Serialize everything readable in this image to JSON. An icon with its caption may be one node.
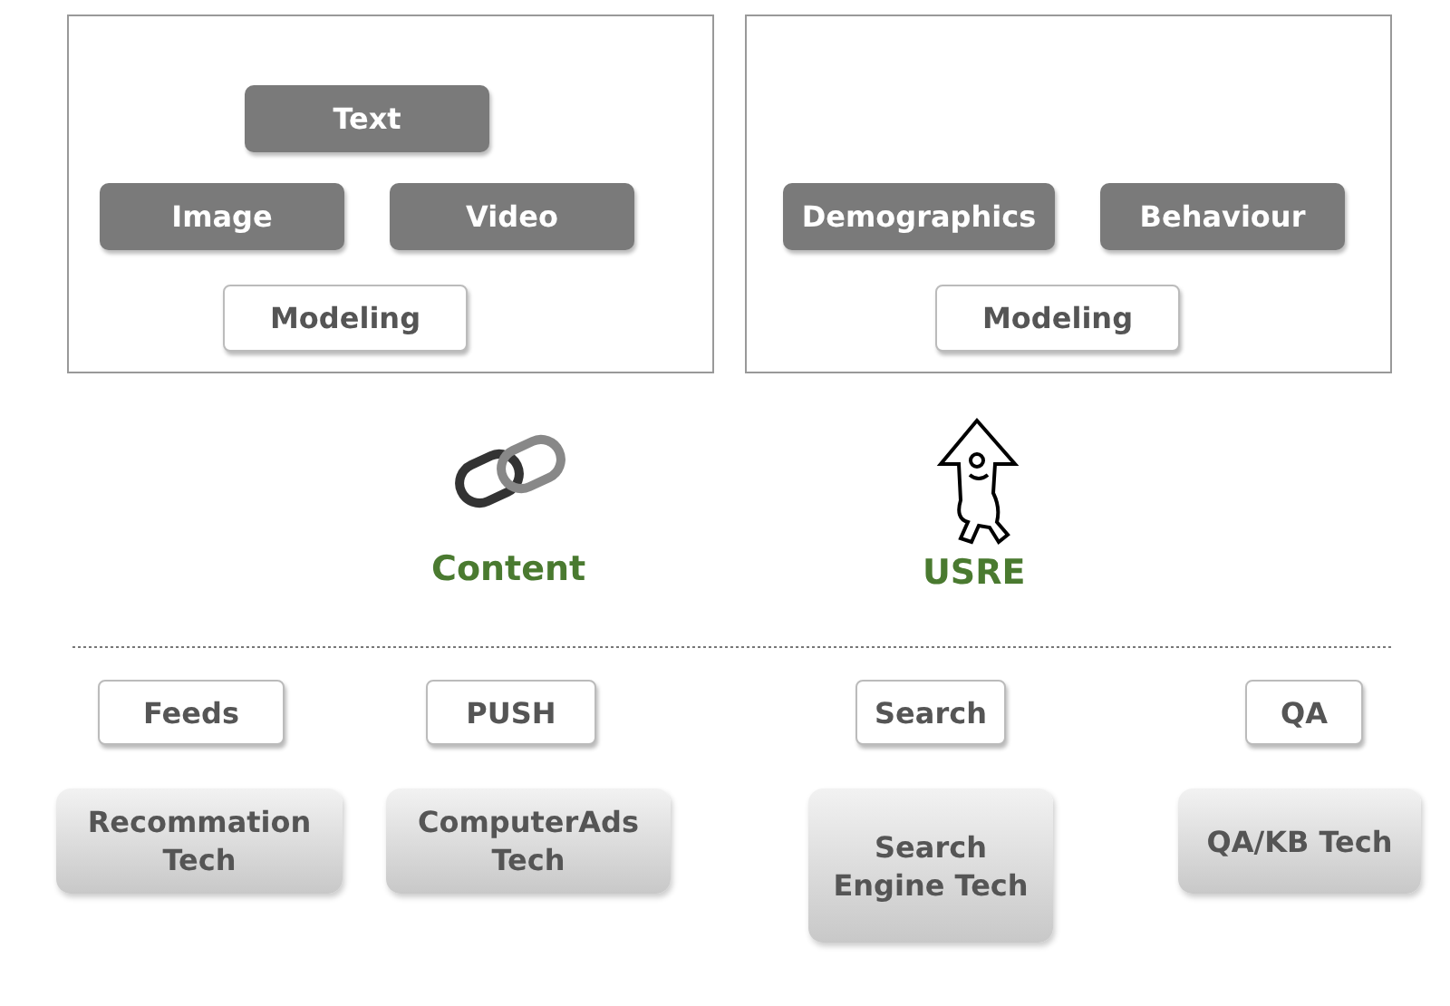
{
  "diagram": {
    "nodes": [
      {
        "text": [],
        "shape": "box"
      },
      {
        "text": [
          "Text"
        ],
        "in": 0
      },
      {
        "text": [
          "Image"
        ],
        "in": 0
      },
      {
        "text": [
          "Video"
        ],
        "in": 0
      },
      {
        "text": [
          "Modeling"
        ],
        "in": 0
      },
      {
        "text": [],
        "shape": "box"
      },
      {
        "text": [
          "Demographics"
        ],
        "in": 5
      },
      {
        "text": [
          "Behaviour"
        ],
        "in": 5
      },
      {
        "text": [
          "Modeling"
        ],
        "in": 5
      },
      {
        "text": [
          "Feeds"
        ]
      },
      {
        "text": [
          "PUSH"
        ]
      },
      {
        "text": [
          "Search"
        ]
      },
      {
        "text": [
          "QA"
        ]
      },
      {
        "text": [
          "Recommation Tech"
        ]
      },
      {
        "text": [
          "ComputerAds Tech"
        ]
      },
      {
        "text": [
          "Search Engine Tech"
        ]
      },
      {
        "text": [
          "QA/KB Tech"
        ]
      }
    ],
    "edges": [],
    "labels": [
      "Content",
      "USRE"
    ]
  }
}
